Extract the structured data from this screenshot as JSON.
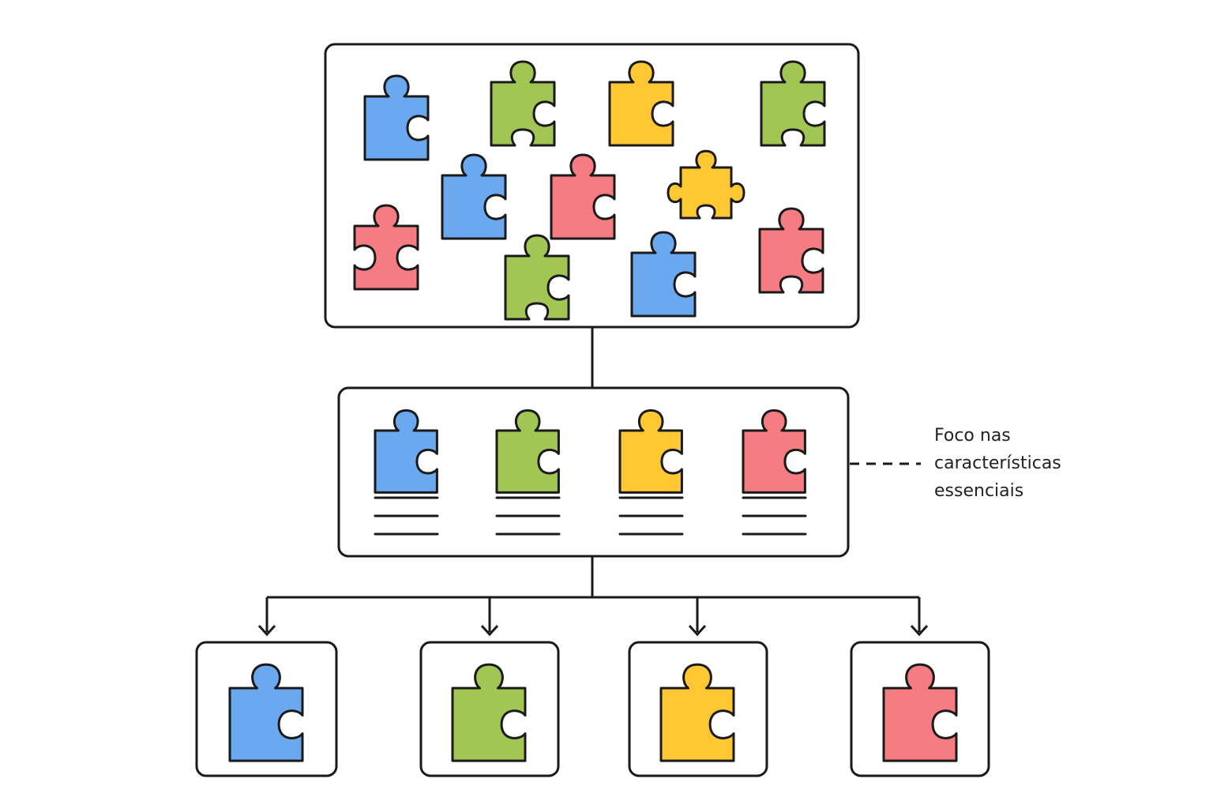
{
  "colors": {
    "blue": "#6AA8F0",
    "green": "#A2C653",
    "yellow": "#FFC832",
    "red": "#F47C82",
    "outline": "#1a1a1a",
    "background": "#ffffff"
  },
  "icons": {
    "puzzle_piece": "puzzle-piece-icon",
    "arrow": "arrow-down-icon"
  },
  "top_box": {
    "pieces": [
      "blue",
      "green",
      "yellow",
      "green",
      "blue",
      "red",
      "yellow",
      "red",
      "green",
      "blue",
      "red"
    ]
  },
  "middle_box": {
    "pieces": [
      "blue",
      "green",
      "yellow",
      "red"
    ],
    "text_lines_per_piece": 3
  },
  "annotation": {
    "lines": [
      "Foco nas",
      "características",
      "essenciais"
    ]
  },
  "output_boxes": {
    "pieces": [
      "blue",
      "green",
      "yellow",
      "red"
    ]
  }
}
